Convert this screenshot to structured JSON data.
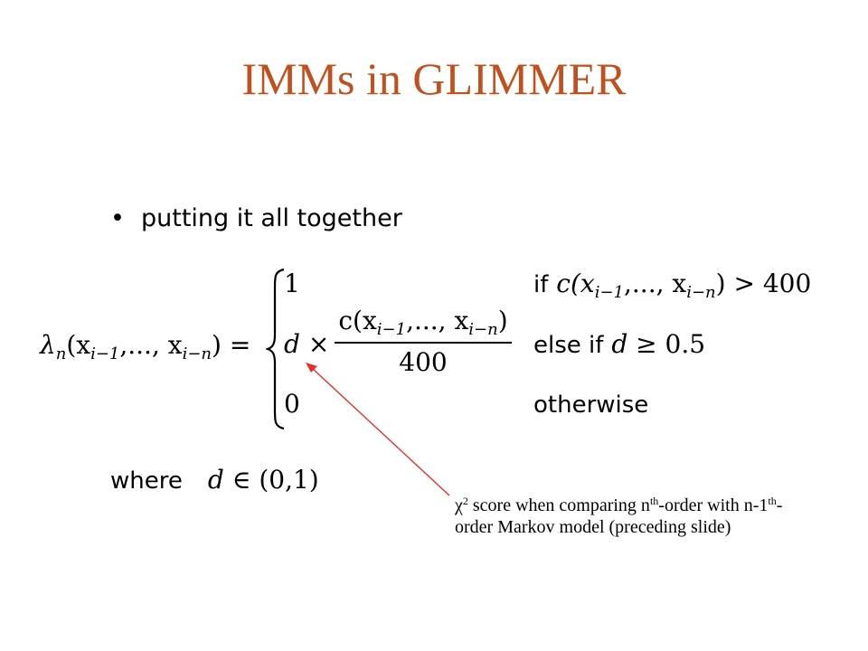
{
  "slide": {
    "title": "IMMs in GLIMMER",
    "bullet": {
      "marker": "•",
      "text": "putting it all together"
    },
    "formula": {
      "lhs_lambda": "λ",
      "lhs_sub_n": "n",
      "lhs_args": "(x",
      "lhs_sub_a": "i−1",
      "lhs_mid": ",..., x",
      "lhs_sub_b": "i−n",
      "lhs_close": ")",
      "equals": "=",
      "brace": "{",
      "case1_value": "1",
      "case2_value_d": "d",
      "case2_times": "×",
      "frac_num_c": "c(x",
      "frac_num_sub_a": "i−1",
      "frac_num_mid": ",..., x",
      "frac_num_sub_b": "i−n",
      "frac_num_close": ")",
      "frac_den": "400",
      "case3_value": "0",
      "cond1_if": "if",
      "cond1_c": "c(x",
      "cond1_sub_a": "i−1",
      "cond1_mid": ",..., x",
      "cond1_sub_b": "i−n",
      "cond1_rest": ") > 400",
      "cond2_elseif": "else if",
      "cond2_d": "d",
      "cond2_rest": " ≥ 0.5",
      "cond3_otherwise": "otherwise"
    },
    "where": {
      "label": "where",
      "d": "d",
      "expr": " ∈ (0,1)"
    },
    "annotation": {
      "chi": "χ",
      "chi_sup": "2",
      "text1": " score when comparing n",
      "sup_th1": "th",
      "text2": "-order with n-1",
      "sup_th2": "th",
      "text3": "-order Markov model  (preceding slide)"
    },
    "colors": {
      "title": "#c0501e",
      "arrow": "#e8302a"
    }
  }
}
